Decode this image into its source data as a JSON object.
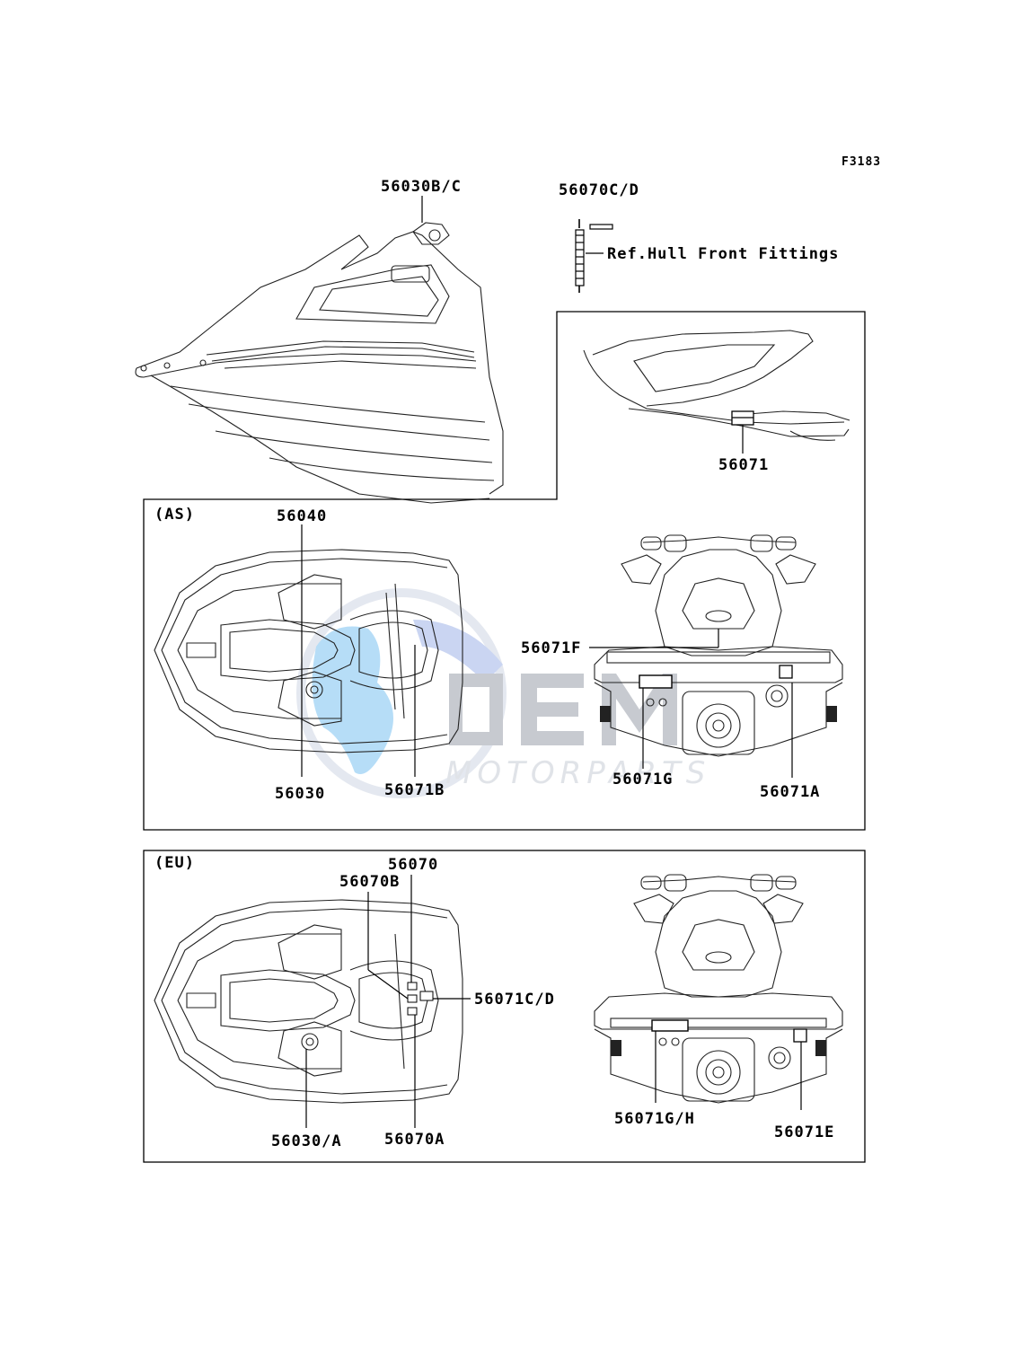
{
  "figure_code": "F3183",
  "watermark": {
    "brand": "OEM",
    "tagline": "MOTORPARTS",
    "colors": {
      "blue": "#4aa3e6",
      "gray": "#9aa0ab",
      "light": "#cfd6e4"
    }
  },
  "sections": {
    "as_label": "(AS)",
    "eu_label": "(EU)"
  },
  "top": {
    "part_56030BC": "56030B/C",
    "part_56070CD": "56070C/D",
    "ref_note": "Ref.Hull Front Fittings",
    "part_56071": "56071"
  },
  "as": {
    "part_56040": "56040",
    "part_56030": "56030",
    "part_56071B": "56071B",
    "part_56071F": "56071F",
    "part_56071G": "56071G",
    "part_56071A": "56071A"
  },
  "eu": {
    "part_56070": "56070",
    "part_56070B": "56070B",
    "part_56071CD": "56071C/D",
    "part_56030A": "56030/A",
    "part_56070A": "56070A",
    "part_56071GH": "56071G/H",
    "part_56071E": "56071E"
  }
}
